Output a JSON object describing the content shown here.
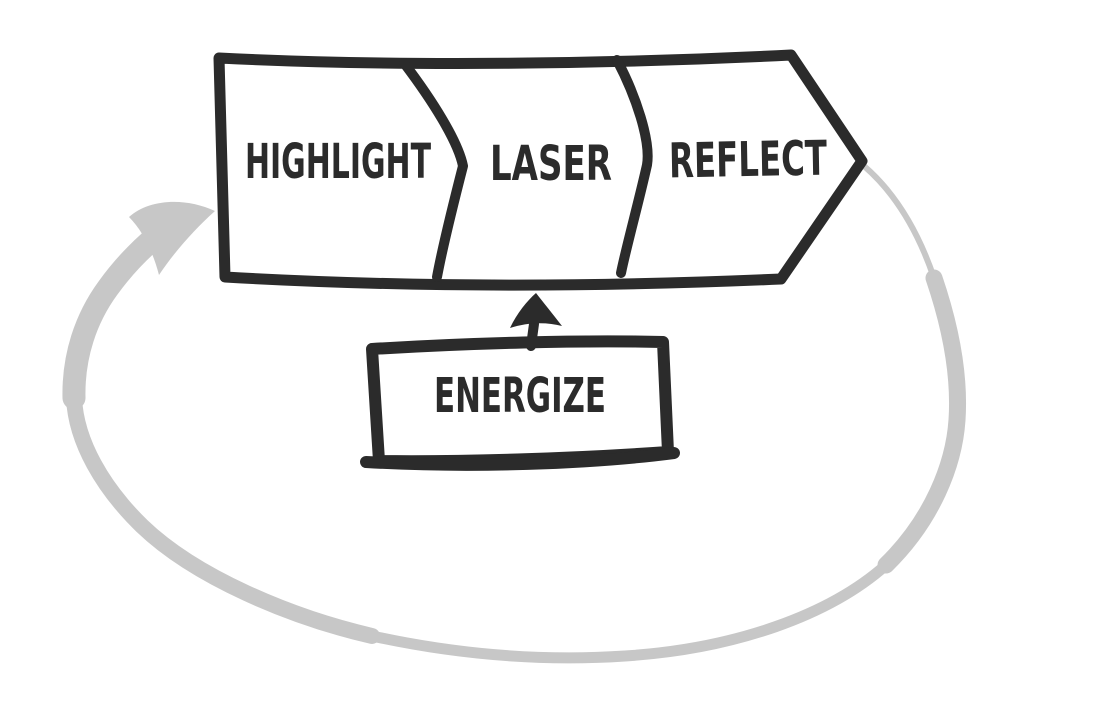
{
  "diagram": {
    "title": "hand-drawn-process-cycle",
    "steps": [
      {
        "label": "HIGHLIGHT"
      },
      {
        "label": "LASER"
      },
      {
        "label": "REFLECT"
      }
    ],
    "input_box": {
      "label": "ENERGIZE"
    },
    "arrows": [
      {
        "name": "energize-up-arrow",
        "from": "ENERGIZE",
        "to": "process-band",
        "color": "#2b2b2b"
      },
      {
        "name": "cycle-loop-arrow",
        "from": "REFLECT",
        "to": "HIGHLIGHT",
        "color": "#c7c7c7"
      }
    ],
    "colors": {
      "ink": "#2b2b2b",
      "loop_gray": "#c7c7c7",
      "background": "#ffffff"
    }
  }
}
